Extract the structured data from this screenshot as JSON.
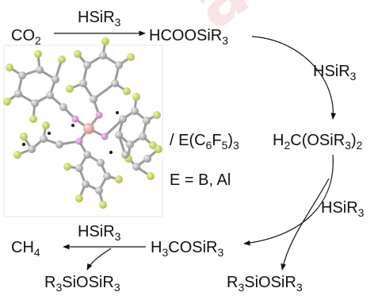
{
  "scheme": {
    "co2": {
      "main": "CO",
      "sub": "2"
    },
    "step1_reagent": {
      "main": "HSiR",
      "sub": "3"
    },
    "formate": {
      "main": "HCOOSiR",
      "sub": "3"
    },
    "step2_reagent": {
      "main": "HSiR",
      "sub": "3"
    },
    "acetal": {
      "a": "H",
      "b": "C(OSiR",
      "c": ")",
      "sub1": "2",
      "sub2": "3",
      "sub3": "2"
    },
    "step3_reagent": {
      "main": "HSiR",
      "sub": "3"
    },
    "methoxysilane": {
      "a": "H",
      "sub1": "3",
      "b": "COSiR",
      "sub2": "3"
    },
    "step4_reagent": {
      "main": "HSiR",
      "sub": "3"
    },
    "methane": {
      "main": "CH",
      "sub": "4"
    },
    "disiloxane_left": {
      "a": "R",
      "sub1": "3",
      "b": "SiOSiR",
      "sub2": "3"
    },
    "disiloxane_right": {
      "a": "R",
      "sub1": "3",
      "b": "SiOSiR",
      "sub2": "3"
    },
    "catalyst": {
      "a": "/ E(C",
      "sub1": "6",
      "b": "F",
      "sub2": "5",
      "c": ")",
      "sub3": "3"
    },
    "element_def": "E = B, Al"
  },
  "colors": {
    "fluorine": "#b7d84a",
    "carbon": "#a9a9a9",
    "oxygen": "#d98ad6",
    "central_atom": "#e7a3a3",
    "watermark": "#f3cfd2"
  },
  "watermark_text": "a"
}
